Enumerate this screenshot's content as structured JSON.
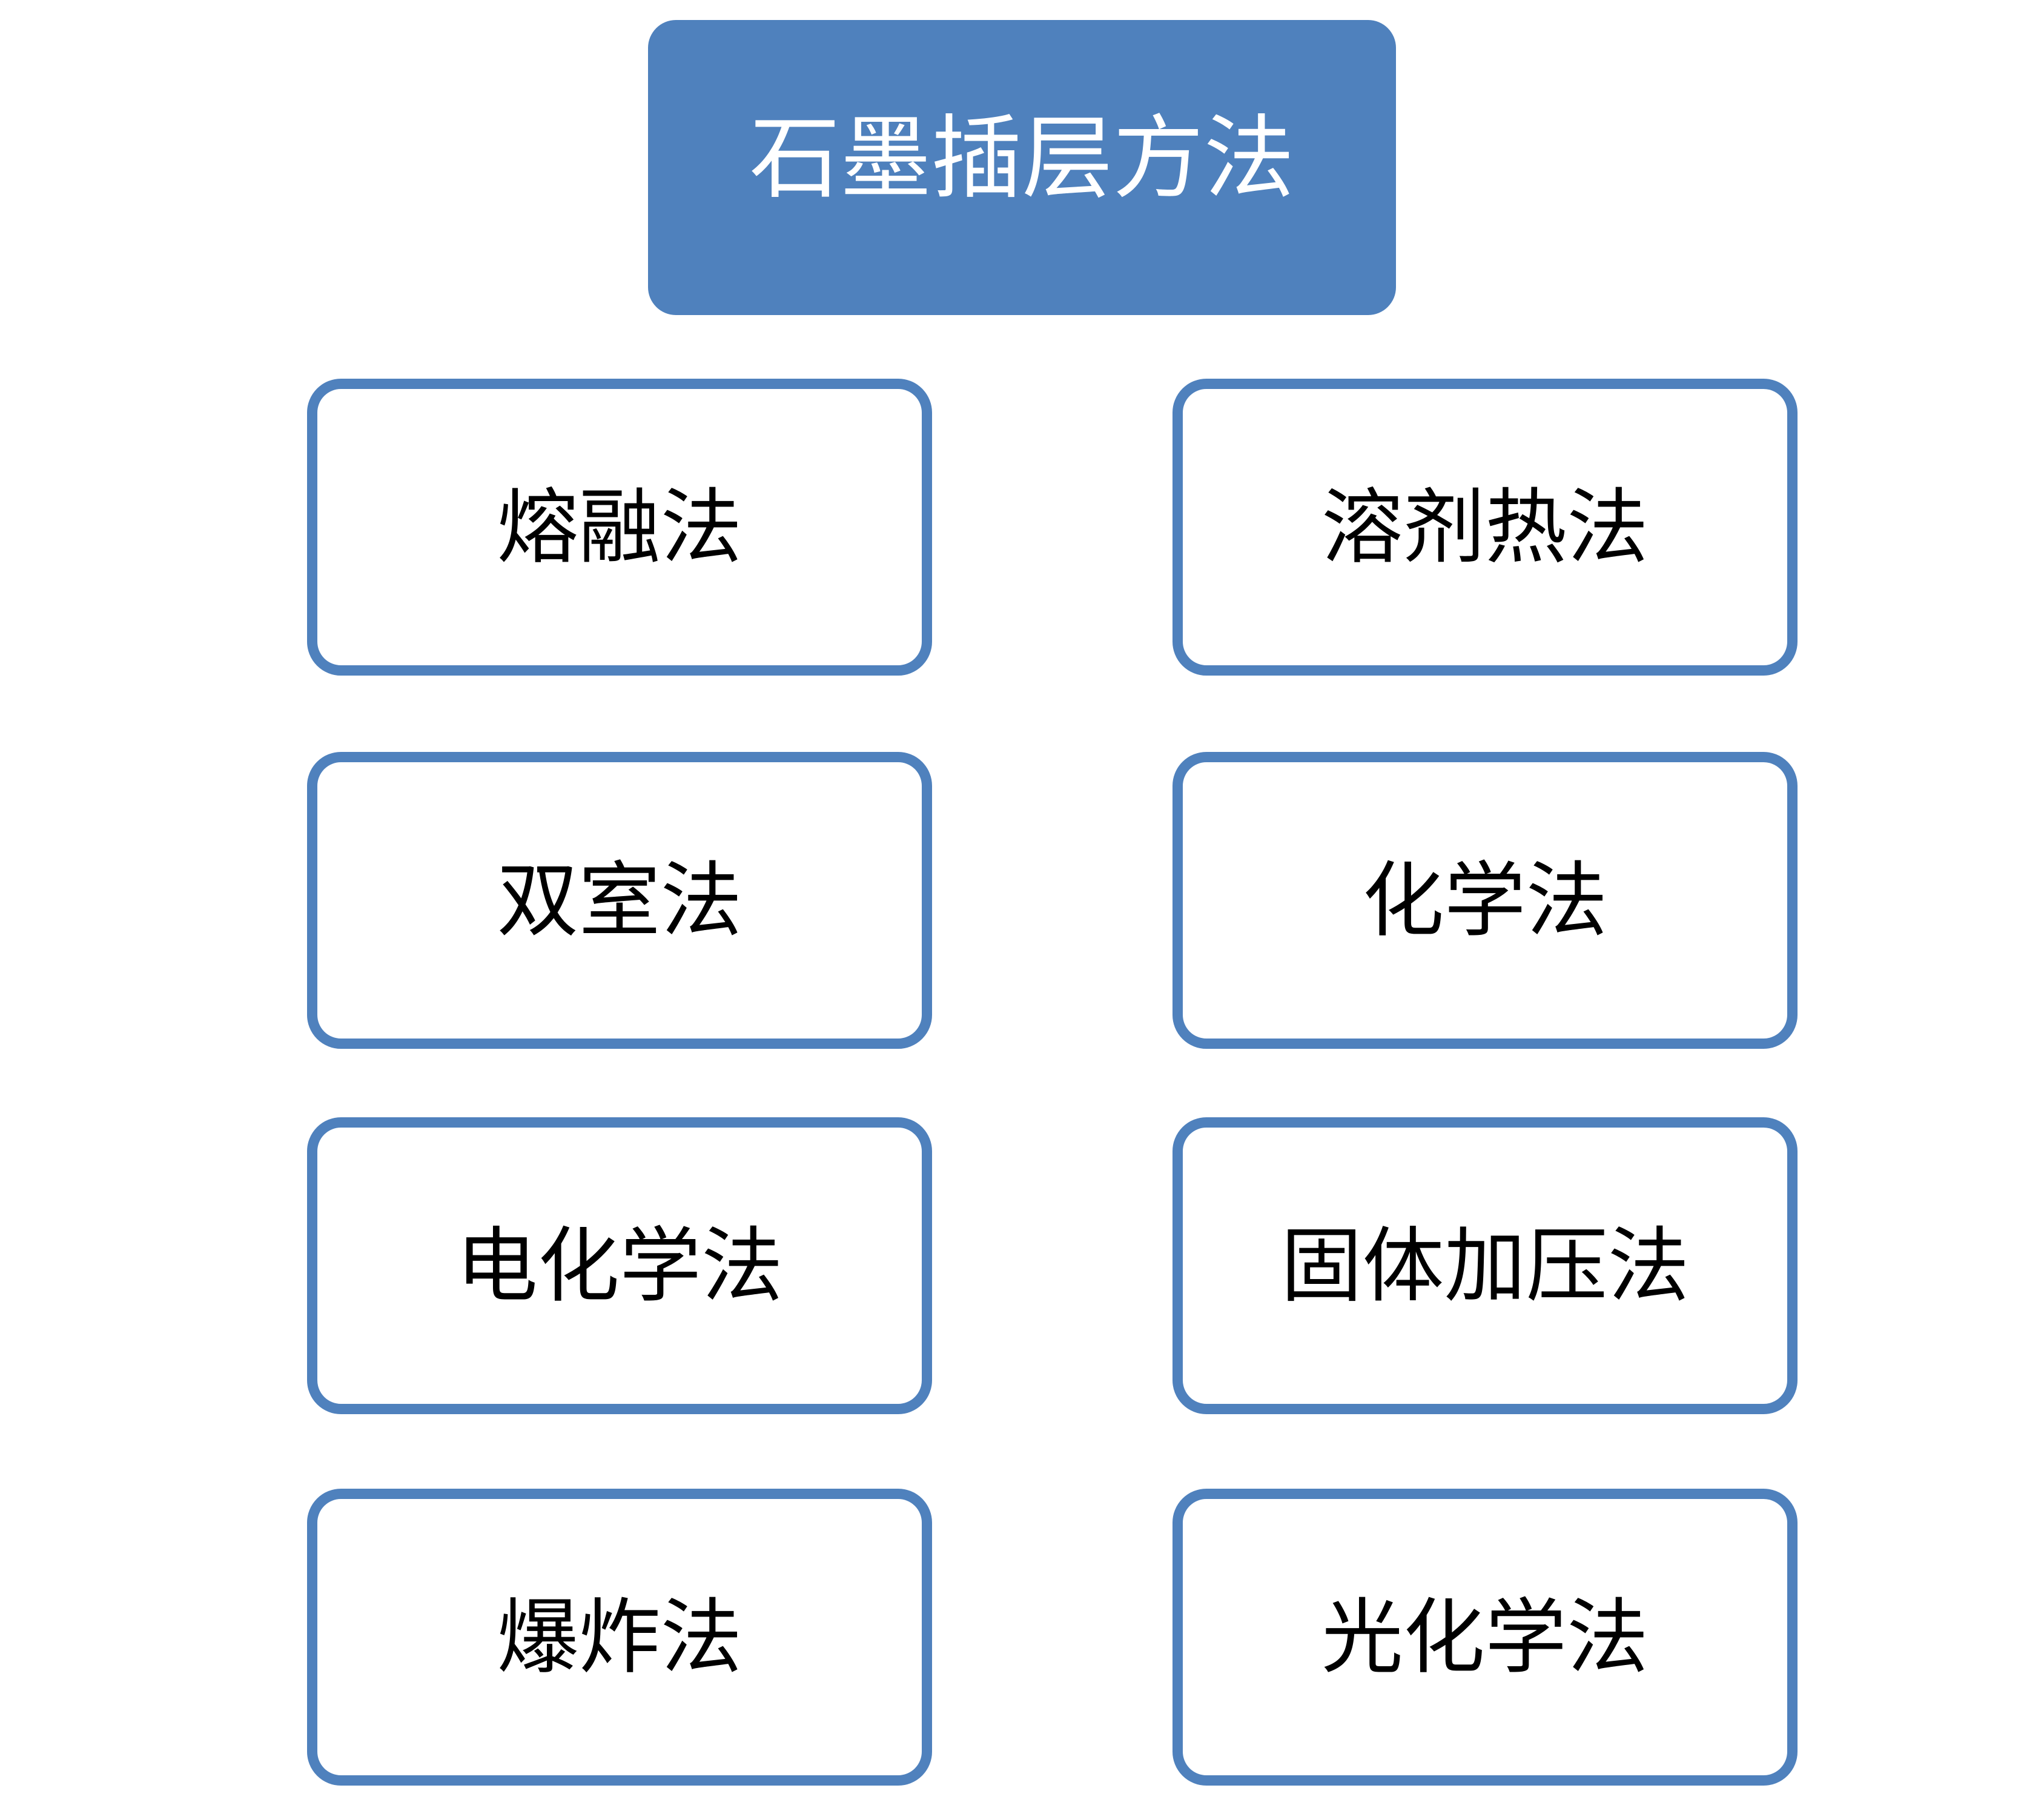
{
  "diagram": {
    "title": "石墨插层方法",
    "colors": {
      "accent": "#4F81BD",
      "title_text": "#FFFFFF",
      "node_text": "#000000",
      "background": "#FFFFFF"
    },
    "nodes": [
      {
        "label": "熔融法",
        "row": 1,
        "col": "left"
      },
      {
        "label": "溶剂热法",
        "row": 1,
        "col": "right"
      },
      {
        "label": "双室法",
        "row": 2,
        "col": "left"
      },
      {
        "label": "化学法",
        "row": 2,
        "col": "right"
      },
      {
        "label": "电化学法",
        "row": 3,
        "col": "left"
      },
      {
        "label": "固体加压法",
        "row": 3,
        "col": "right"
      },
      {
        "label": "爆炸法",
        "row": 4,
        "col": "left"
      },
      {
        "label": "光化学法",
        "row": 4,
        "col": "right"
      }
    ]
  }
}
